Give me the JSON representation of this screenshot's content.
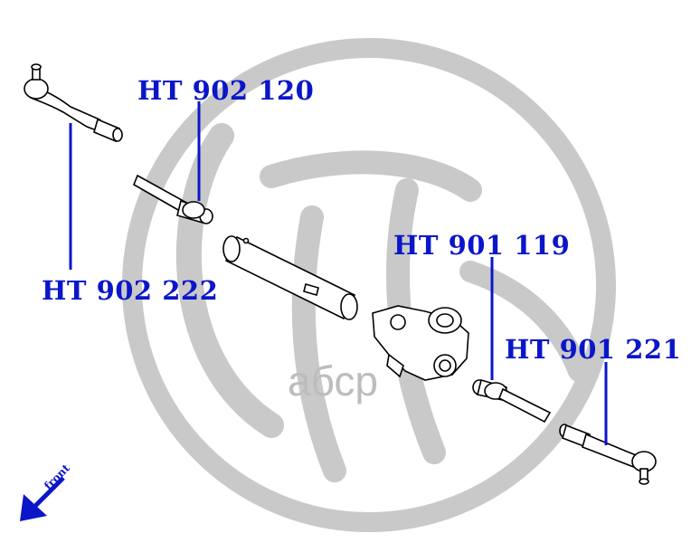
{
  "labels": {
    "part_902_120": "HT 902 120",
    "part_902_222": "HT 902 222",
    "part_901_119": "HT 901 119",
    "part_901_221": "HT 901 221"
  },
  "watermark": {
    "text": "абср",
    "color": "#bdbdbd"
  },
  "direction": {
    "text": "front"
  },
  "colors": {
    "label": "#0b16c9",
    "leader": "#0b16c9",
    "parts": "#000000",
    "watermark": "#c8c8c8"
  },
  "icons": [
    "logo-watermark",
    "front-arrow-icon"
  ]
}
